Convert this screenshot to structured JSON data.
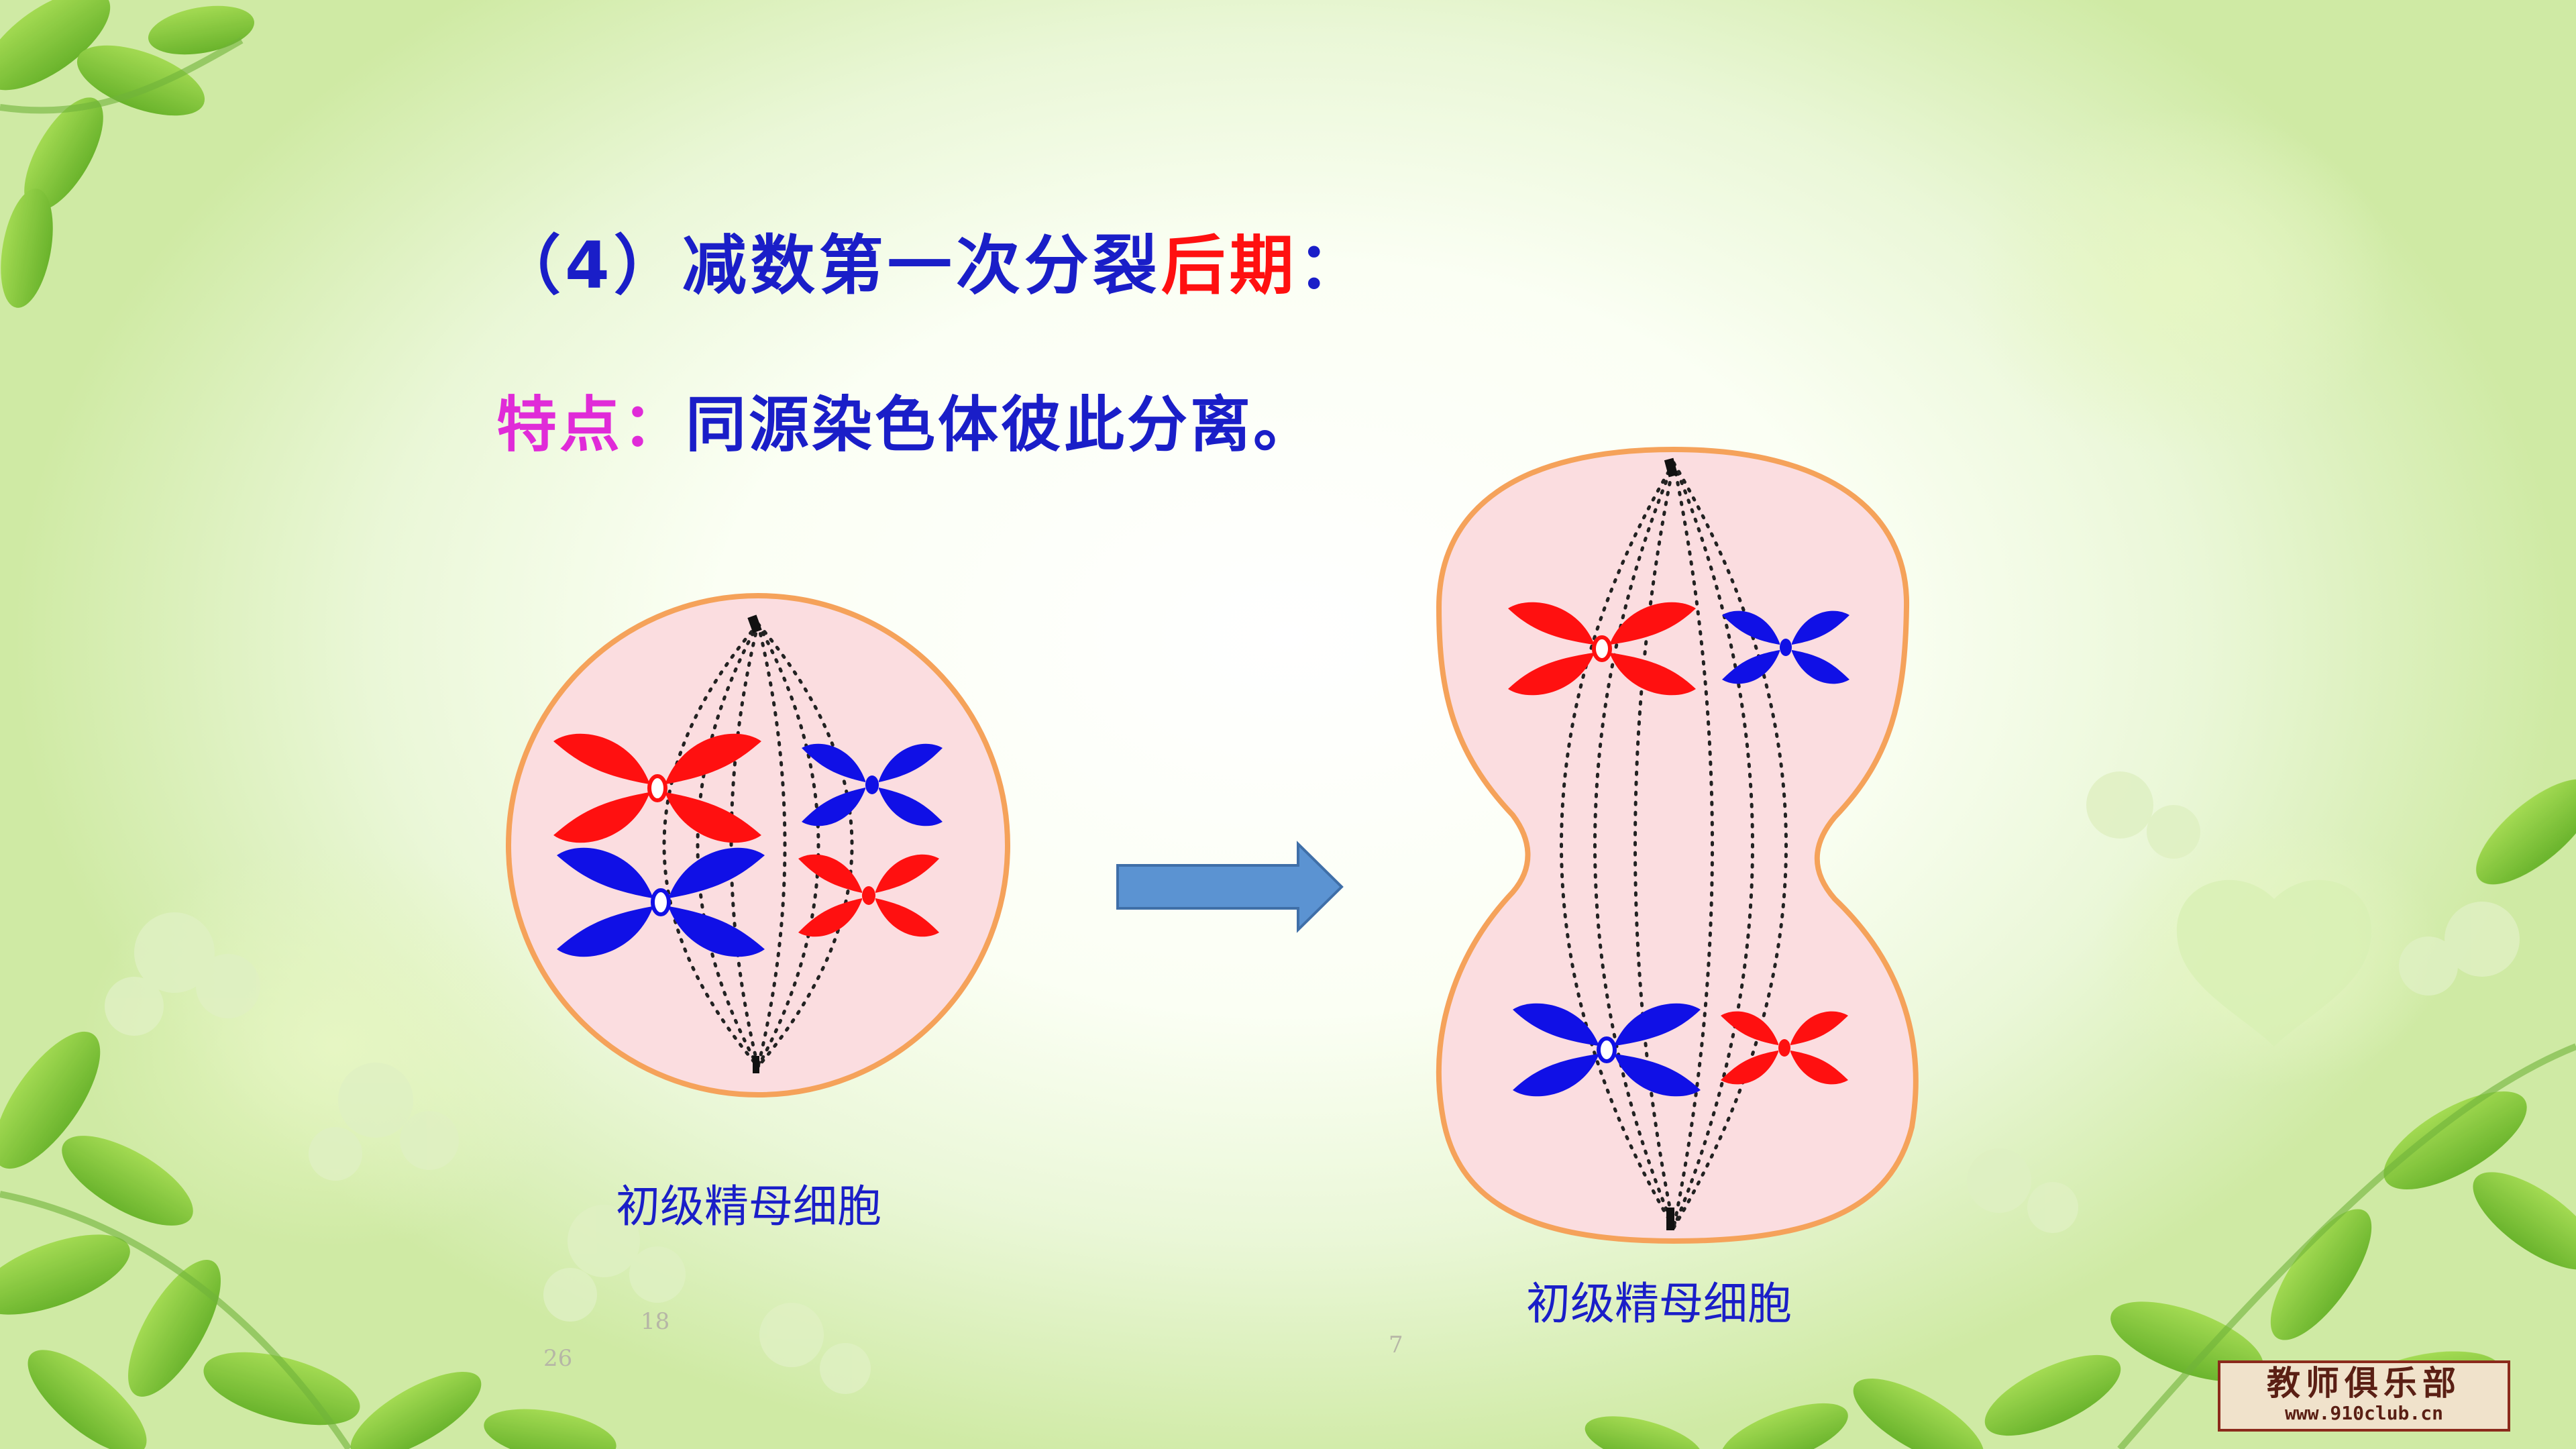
{
  "slide": {
    "title_prefix": "（4）减数第一次分裂",
    "title_accent": "后期",
    "title_suffix": "：",
    "feature_label": "特点：",
    "feature_text": "同源染色体彼此分离。"
  },
  "diagram": {
    "left_cell_label": "初级精母细胞",
    "right_cell_label": "初级精母细胞",
    "colors": {
      "cell_fill": "#fbdde0",
      "cell_border": "#f5a25a",
      "chromosome_red": "#ff1010",
      "chromosome_blue": "#1010e6",
      "arrow_fill": "#5b93d2",
      "arrow_stroke": "#3f6fa8",
      "title_blue": "#1a1ec8",
      "title_red": "#ff1010",
      "label_magenta": "#e02bd8"
    }
  },
  "page_numbers": [
    "26",
    "18",
    "7"
  ],
  "watermark": {
    "name": "教师俱乐部",
    "url": "www.910club.cn"
  }
}
